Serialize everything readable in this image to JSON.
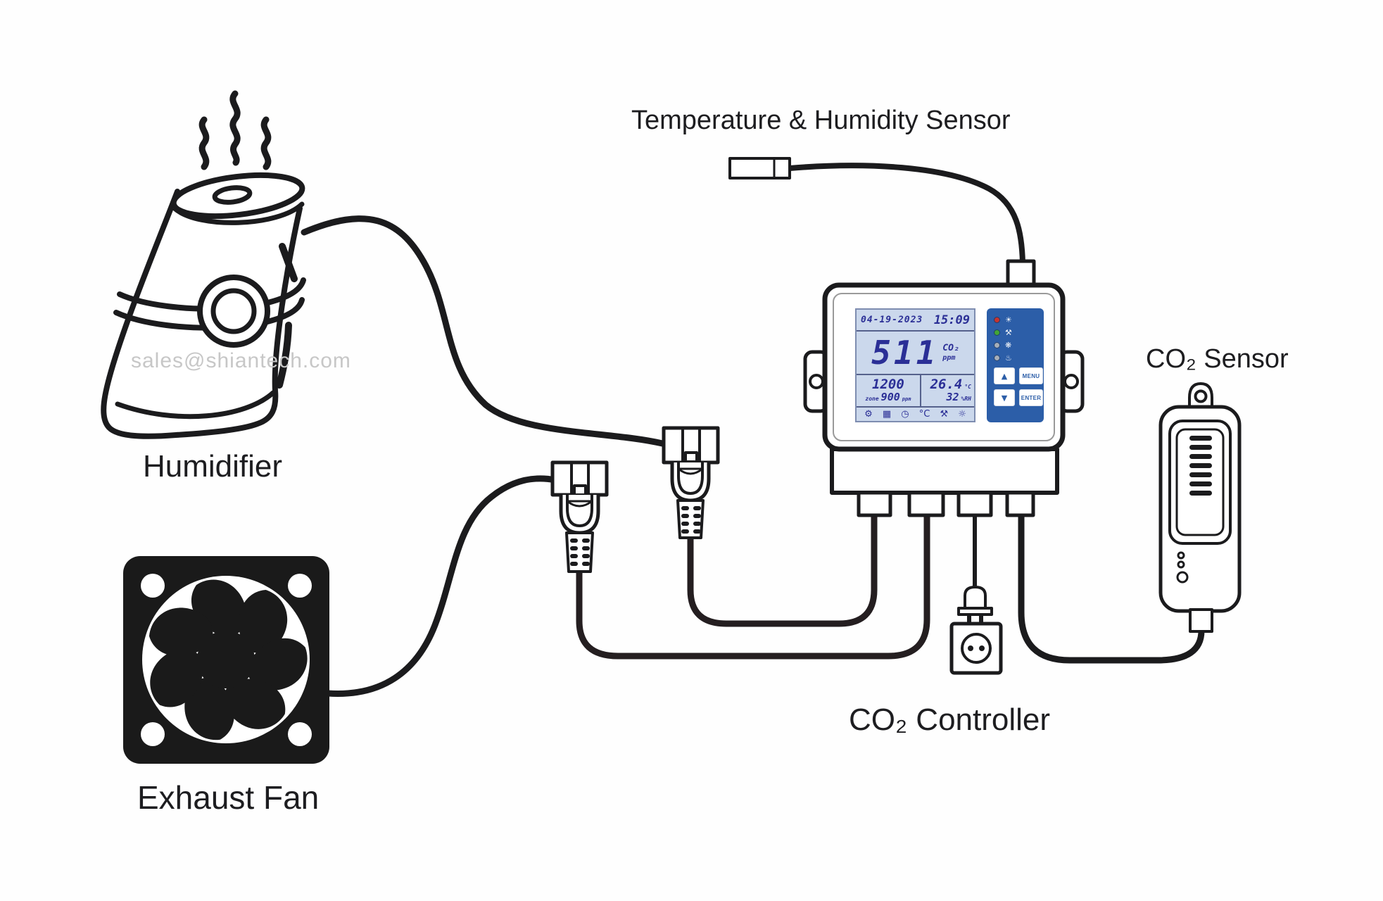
{
  "watermark": "sales@shiantech.com",
  "labels": {
    "humidifier": "Humidifier",
    "exhaust_fan": "Exhaust Fan",
    "temp_humidity_sensor": "Temperature & Humidity Sensor",
    "co2_sensor": "CO₂ Sensor",
    "co2_controller": "CO₂ Controller"
  },
  "controller": {
    "display": {
      "date": "04-19-2023",
      "time": "15:09",
      "co2_value": "511",
      "co2_gas_label": "CO₂",
      "co2_unit": "ppm",
      "set_value": "1200",
      "zone_label": "zone",
      "zone_value": "900",
      "zone_unit": "ppm",
      "temperature_value": "26.4",
      "temperature_unit": "°C",
      "humidity_value": "32",
      "humidity_unit": "%RH",
      "icons": [
        {
          "name": "gear",
          "glyph": "⚙"
        },
        {
          "name": "auto",
          "glyph": "▦"
        },
        {
          "name": "clock",
          "glyph": "◷"
        },
        {
          "name": "celsius",
          "glyph": "°C"
        },
        {
          "name": "valve",
          "glyph": "⚒"
        },
        {
          "name": "spray",
          "glyph": "☼"
        }
      ]
    },
    "keypad": {
      "leds": [
        {
          "name": "light",
          "color": "#c63430",
          "glyph": "☀"
        },
        {
          "name": "valve",
          "color": "#43a536",
          "glyph": "⚒"
        },
        {
          "name": "fan",
          "color": "#a6aeb9",
          "glyph": "❋"
        },
        {
          "name": "spray",
          "color": "#a6aeb9",
          "glyph": "♨"
        }
      ],
      "buttons": {
        "up": "▲",
        "menu": "MENU",
        "down": "▼",
        "enter": "ENTER"
      }
    }
  },
  "colors": {
    "line_art": "#1b1b1d",
    "keypad_blue": "#2c5ea8",
    "lcd_background": "#cbd8ec",
    "lcd_digit_blue": "#2b2f96",
    "led_red": "#c63430",
    "led_green": "#43a536",
    "led_gray": "#a6aeb9"
  }
}
